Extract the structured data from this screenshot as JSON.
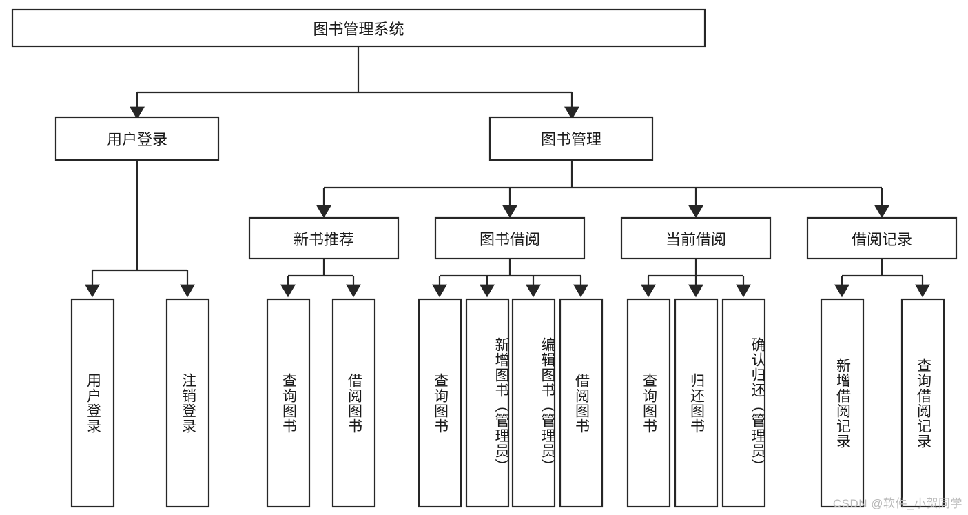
{
  "diagram": {
    "type": "tree",
    "title": "图书管理系统",
    "orientation": "top-down",
    "watermark": "CSDN @软件_小贺同学",
    "colors": {
      "box_stroke": "#262626",
      "box_fill": "#ffffff",
      "connector": "#262626",
      "text": "#1a1a1a",
      "watermark": "#b9b9b9",
      "background": "#ffffff"
    },
    "levels": {
      "level0": [
        "图书管理系统"
      ],
      "level1": [
        "用户登录",
        "图书管理"
      ],
      "level2": [
        "新书推荐",
        "图书借阅",
        "当前借阅",
        "借阅记录"
      ],
      "level3": [
        "用户登录",
        "注销登录",
        "查询图书",
        "借阅图书",
        "查询图书",
        "新增图书（管理员）",
        "编辑图书（管理员）",
        "借阅图书",
        "查询图书",
        "归还图书",
        "确认归还（管理员）",
        "新增借阅记录",
        "查询借阅记录"
      ]
    },
    "nodes": {
      "root": {
        "id": "root",
        "label": "图书管理系统",
        "level": 0
      },
      "user_login": {
        "id": "user_login",
        "label": "用户登录",
        "level": 1
      },
      "book_mgmt": {
        "id": "book_mgmt",
        "label": "图书管理",
        "level": 1
      },
      "new_book_rec": {
        "id": "new_book_rec",
        "label": "新书推荐",
        "level": 2
      },
      "book_borrow": {
        "id": "book_borrow",
        "label": "图书借阅",
        "level": 2
      },
      "current_borrow": {
        "id": "current_borrow",
        "label": "当前借阅",
        "level": 2
      },
      "borrow_record": {
        "id": "borrow_record",
        "label": "借阅记录",
        "level": 2
      },
      "leaf_user_login": {
        "id": "leaf_user_login",
        "label": "用户登录",
        "level": 3,
        "parent": "用户登录"
      },
      "leaf_logout": {
        "id": "leaf_logout",
        "label": "注销登录",
        "level": 3,
        "parent": "用户登录"
      },
      "leaf_query_book_a": {
        "id": "leaf_query_book_a",
        "label": "查询图书",
        "level": 3,
        "parent": "新书推荐"
      },
      "leaf_borrow_book_a": {
        "id": "leaf_borrow_book_a",
        "label": "借阅图书",
        "level": 3,
        "parent": "新书推荐"
      },
      "leaf_query_book_b": {
        "id": "leaf_query_book_b",
        "label": "查询图书",
        "level": 3,
        "parent": "图书借阅"
      },
      "leaf_add_book": {
        "id": "leaf_add_book",
        "label": "新增图书（管理员）",
        "level": 3,
        "parent": "图书借阅"
      },
      "leaf_edit_book": {
        "id": "leaf_edit_book",
        "label": "编辑图书（管理员）",
        "level": 3,
        "parent": "图书借阅"
      },
      "leaf_borrow_book_b": {
        "id": "leaf_borrow_book_b",
        "label": "借阅图书",
        "level": 3,
        "parent": "图书借阅"
      },
      "leaf_query_book_c": {
        "id": "leaf_query_book_c",
        "label": "查询图书",
        "level": 3,
        "parent": "当前借阅"
      },
      "leaf_return_book": {
        "id": "leaf_return_book",
        "label": "归还图书",
        "level": 3,
        "parent": "当前借阅"
      },
      "leaf_confirm_return": {
        "id": "leaf_confirm_return",
        "label": "确认归还（管理员）",
        "level": 3,
        "parent": "当前借阅"
      },
      "leaf_add_record": {
        "id": "leaf_add_record",
        "label": "新增借阅记录",
        "level": 3,
        "parent": "借阅记录"
      },
      "leaf_query_record": {
        "id": "leaf_query_record",
        "label": "查询借阅记录",
        "level": 3,
        "parent": "借阅记录"
      }
    },
    "edges": [
      {
        "from": "图书管理系统",
        "to": "用户登录"
      },
      {
        "from": "图书管理系统",
        "to": "图书管理"
      },
      {
        "from": "用户登录",
        "to": "用户登录"
      },
      {
        "from": "用户登录",
        "to": "注销登录"
      },
      {
        "from": "图书管理",
        "to": "新书推荐"
      },
      {
        "from": "图书管理",
        "to": "图书借阅"
      },
      {
        "from": "图书管理",
        "to": "当前借阅"
      },
      {
        "from": "图书管理",
        "to": "借阅记录"
      },
      {
        "from": "新书推荐",
        "to": "查询图书"
      },
      {
        "from": "新书推荐",
        "to": "借阅图书"
      },
      {
        "from": "图书借阅",
        "to": "查询图书"
      },
      {
        "from": "图书借阅",
        "to": "新增图书（管理员）"
      },
      {
        "from": "图书借阅",
        "to": "编辑图书（管理员）"
      },
      {
        "from": "图书借阅",
        "to": "借阅图书"
      },
      {
        "from": "当前借阅",
        "to": "查询图书"
      },
      {
        "from": "当前借阅",
        "to": "归还图书"
      },
      {
        "from": "当前借阅",
        "to": "确认归还（管理员）"
      },
      {
        "from": "借阅记录",
        "to": "新增借阅记录"
      },
      {
        "from": "借阅记录",
        "to": "查询借阅记录"
      }
    ]
  }
}
